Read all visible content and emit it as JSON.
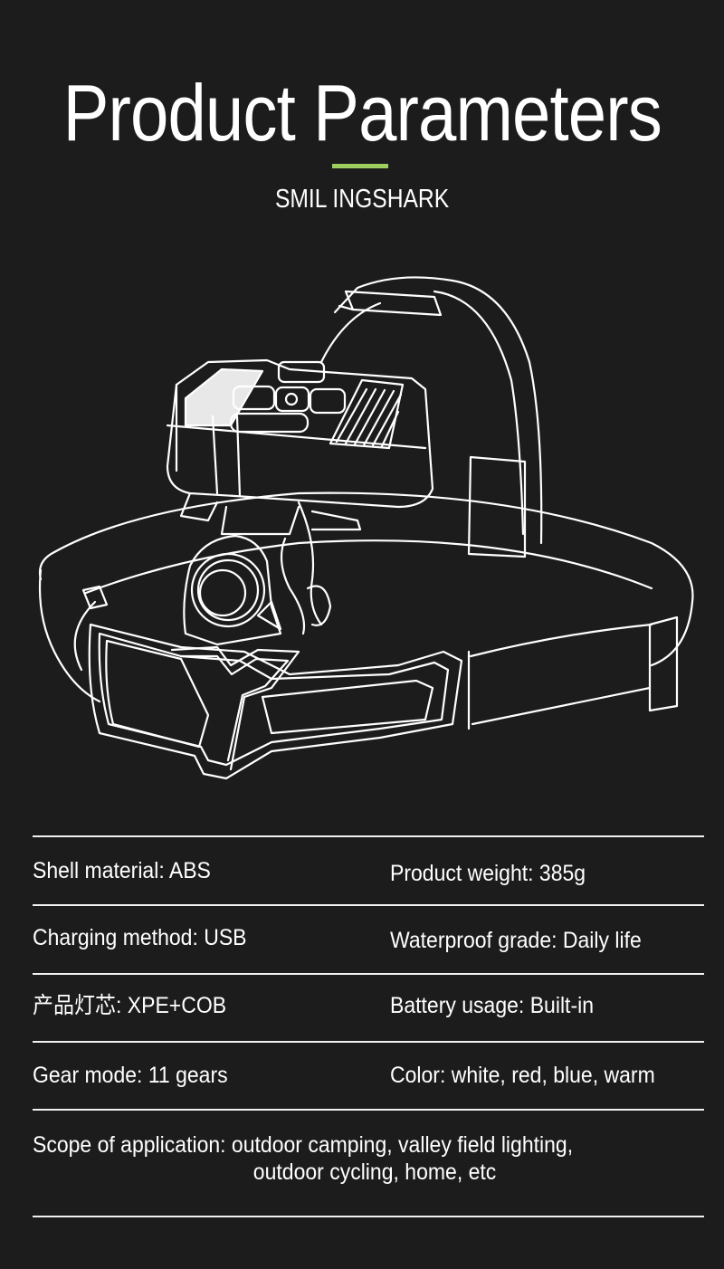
{
  "header": {
    "title": "Product Parameters",
    "subtitle": "SMIL INGSHARK",
    "accent_color": "#9ccf5f"
  },
  "illustration": {
    "subject": "headlamp-line-drawing",
    "description": "White outline illustration of a headlamp with head strap, control unit with buttons, and front lamp module"
  },
  "specs": {
    "rows": [
      {
        "left": "Shell material: ABS",
        "right": "Product weight: 385g"
      },
      {
        "left": "Charging method: USB",
        "right": "Waterproof grade: Daily life"
      },
      {
        "left": "产品灯芯: XPE+COB",
        "right": "Battery usage: Built-in"
      },
      {
        "left": "Gear mode: 11 gears",
        "right": "Color: white, red, blue, warm"
      }
    ],
    "scope": {
      "line1": "Scope of application: outdoor camping, valley field lighting,",
      "line2": "outdoor cycling, home, etc"
    }
  },
  "colors": {
    "background": "#1c1c1c",
    "text": "#ffffff",
    "divider": "#f2f2f2",
    "accent": "#9ccf5f"
  }
}
